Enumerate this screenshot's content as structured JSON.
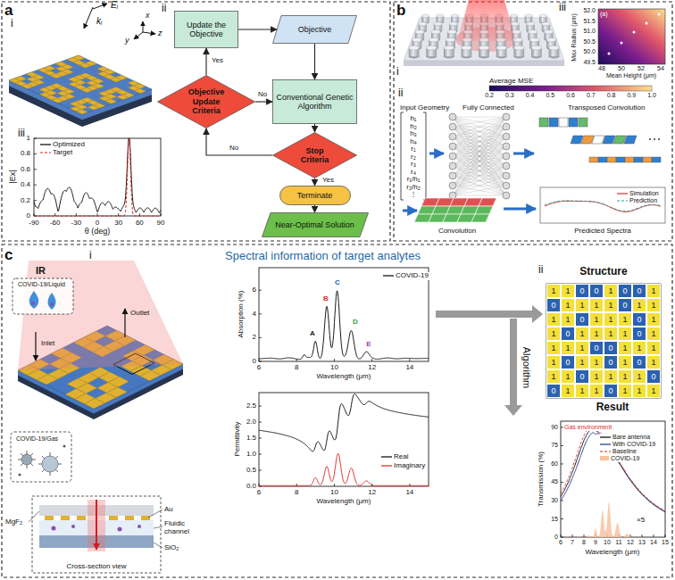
{
  "diagram": {
    "nodes": [
      {
        "text": [
          "Update the Objective"
        ]
      },
      {
        "text": [
          "Objective"
        ]
      },
      {
        "text": [
          "Objective Update Criteria"
        ]
      },
      {
        "text": [
          "Conventional Genetic Algorithm"
        ]
      },
      {
        "text": [
          "Stop Criteria"
        ]
      },
      {
        "text": [
          "Terminate"
        ]
      },
      {
        "text": [
          "Near-Optimal Solution"
        ]
      }
    ],
    "edges": [
      {
        "from": 1,
        "to": 3,
        "arrow": "to"
      },
      {
        "from": 3,
        "to": 4,
        "arrow": "to"
      },
      {
        "from": 4,
        "to": 5,
        "label": "Yes",
        "arrow": "to"
      },
      {
        "from": 5,
        "to": 6,
        "arrow": "to"
      },
      {
        "from": 4,
        "to": 2,
        "label": "No",
        "arrow": "to"
      },
      {
        "from": 2,
        "to": 0,
        "label": "Yes",
        "arrow": "to"
      },
      {
        "from": 0,
        "to": 1,
        "arrow": "to"
      },
      {
        "from": 2,
        "to": 3,
        "label": "No",
        "arrow": "to"
      }
    ],
    "labels": [
      "a",
      "i",
      "ii",
      "iii",
      "kᵢ",
      "Eᵢ",
      "x",
      "y",
      "z",
      "1",
      "0.8",
      "0.6",
      "0.4",
      "0.2",
      "0",
      "-90",
      "-60",
      "-30",
      "0",
      "30",
      "60",
      "90",
      "θ (deg)",
      "|Ex|",
      "b",
      "i",
      "iii",
      "(a)",
      "52.0",
      "51.5",
      "51.0",
      "50.5",
      "50.0",
      "49.5",
      "48",
      "50",
      "52",
      "54",
      "Mean Height (μm)",
      "Max Radius (μm)",
      "Average MSE",
      "0.2",
      "0.3",
      "0.4",
      "0.5",
      "0.6",
      "0.7",
      "0.8",
      "0.9",
      "1.0",
      "ii",
      "Input Geometry",
      "Fully Connected",
      "Transposed Convolution",
      "h₁",
      "h₂",
      "h₃",
      "h₄",
      "r₁",
      "r₂",
      "r₃",
      "r₄",
      "r₁/h₁",
      "r₂/h₂",
      "⋮",
      "Convolution",
      "Predicted Spectra",
      "c",
      "i",
      "IR",
      "COVID-19/Liquid",
      "Outlet",
      "Inlet",
      "COVID-19/Gas",
      "MgF₂",
      "Au",
      "Fluidic channel",
      "SiO₂",
      "Cross-section view",
      "Spectral information of target analytes",
      "6",
      "4",
      "2",
      "0",
      "6",
      "8",
      "10",
      "12",
      "14",
      "Wavelength (μm)",
      "Absorption (%)",
      "A",
      "B",
      "C",
      "D",
      "E",
      "2.5",
      "2.0",
      "1.5",
      "1.0",
      "0.5",
      "0.0",
      "6",
      "8",
      "10",
      "12",
      "14",
      "Wavelength (μm)",
      "Permittivity",
      "ii",
      "Structure",
      "1",
      "1",
      "0",
      "0",
      "1",
      "0",
      "0",
      "1",
      "0",
      "1",
      "1",
      "1",
      "1",
      "0",
      "1",
      "1",
      "1",
      "1",
      "0",
      "1",
      "1",
      "1",
      "0",
      "1",
      "1",
      "0",
      "1",
      "1",
      "1",
      "1",
      "0",
      "1",
      "1",
      "1",
      "1",
      "0",
      "0",
      "1",
      "1",
      "1",
      "1",
      "0",
      "1",
      "1",
      "0",
      "1",
      "0",
      "1",
      "1",
      "1",
      "0",
      "1",
      "1",
      "1",
      "1",
      "0",
      "0",
      "1",
      "1",
      "1",
      "0",
      "1",
      "1",
      "1",
      "Algorithm",
      "Result",
      "90",
      "75",
      "60",
      "45",
      "30",
      "15",
      "0",
      "6",
      "7",
      "8",
      "9",
      "10",
      "11",
      "12",
      "13",
      "14",
      "15",
      "Wavelength (μm)",
      "Transmission (%)",
      "Gas environment",
      "×5"
    ],
    "legend": [
      {
        "text": "Optimized"
      },
      {
        "text": "Target"
      },
      {
        "text": "Simulation"
      },
      {
        "text": "Prediction"
      },
      {
        "text": "COVID-19"
      },
      {
        "text": "Real"
      },
      {
        "text": "Imaginary"
      },
      {
        "text": "Bare antenna"
      },
      {
        "text": "With COVID-19"
      },
      {
        "text": "Baseline"
      },
      {
        "text": "COVID-19",
        "color": "#f6c3a0"
      }
    ]
  }
}
